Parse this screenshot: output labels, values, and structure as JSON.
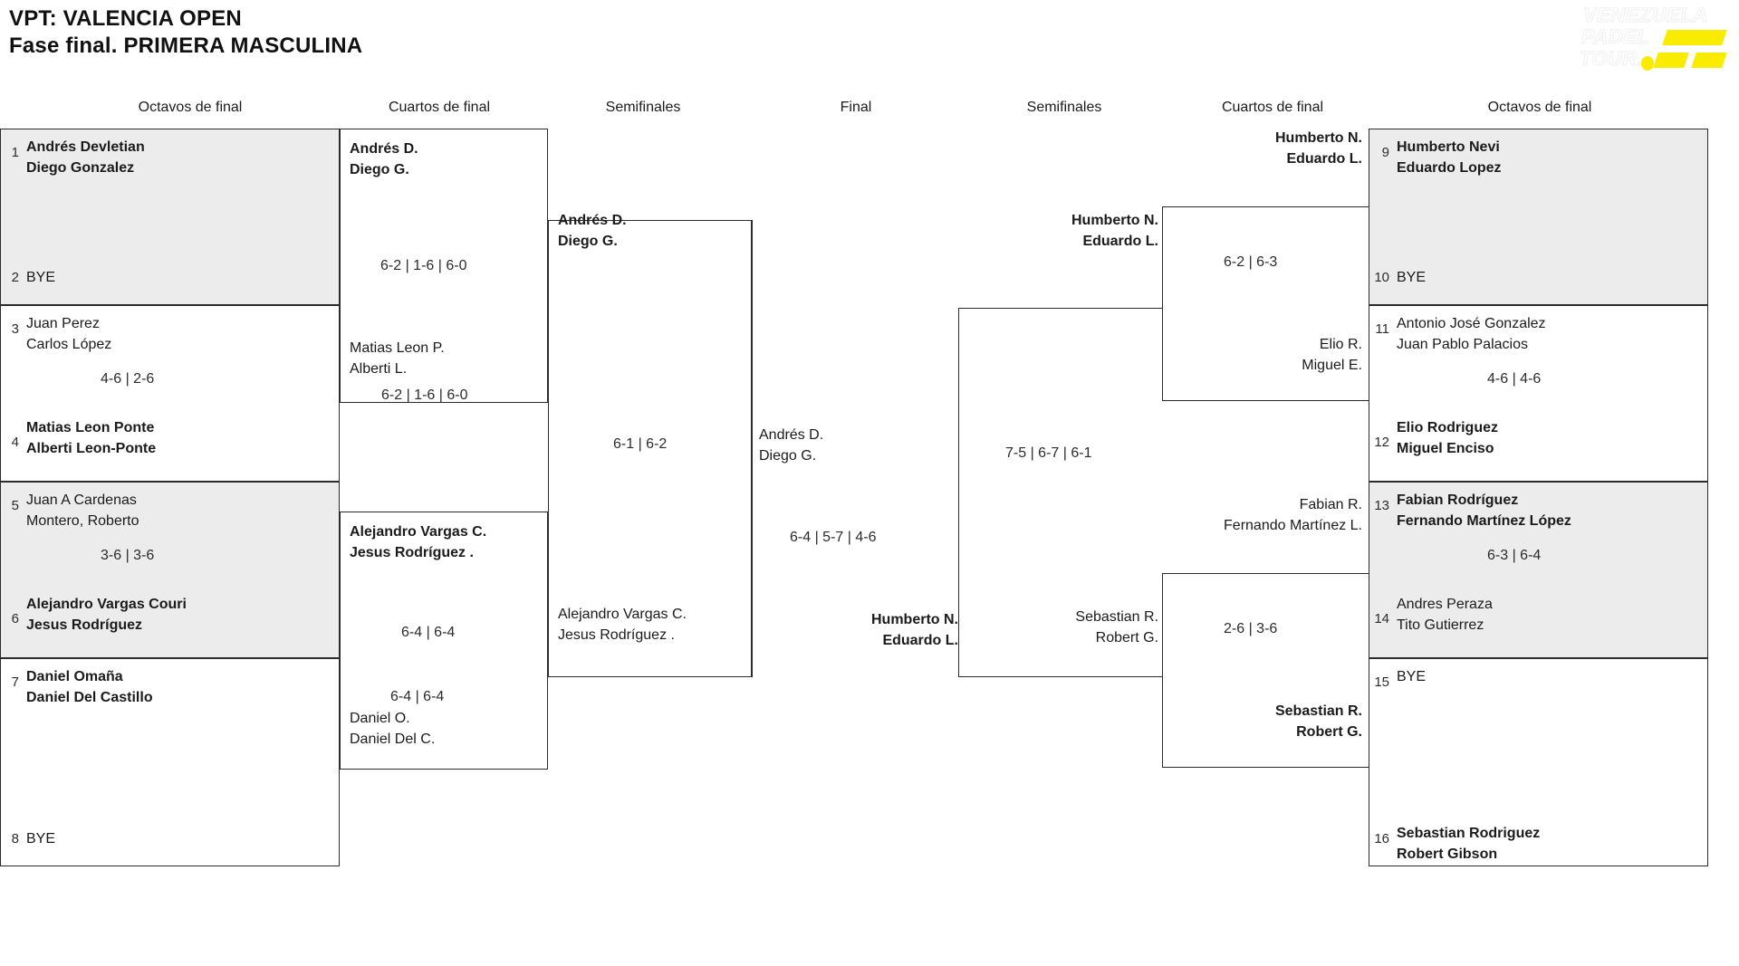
{
  "header": {
    "title_line1": "VPT: VALENCIA OPEN",
    "title_line2": "Fase final. PRIMERA MASCULINA"
  },
  "logo": {
    "line1": "VENEZUELA",
    "line2": "PADEL",
    "line3": "TOUR.",
    "accent_color": "#f9ec00"
  },
  "round_labels": {
    "left_r16": "Octavos de final",
    "left_qf": "Cuartos de final",
    "left_sf": "Semifinales",
    "final": "Final",
    "right_sf": "Semifinales",
    "right_qf": "Cuartos de final",
    "right_r16": "Octavos de final"
  },
  "left": {
    "r16": [
      {
        "seed_top": "1",
        "top_line1": "Andrés Devletian",
        "top_line2": "Diego Gonzalez",
        "top_winner": true,
        "seed_bottom": "2",
        "bottom_line1": "BYE",
        "bottom_line2": "",
        "bottom_winner": false,
        "score": "",
        "shaded": true
      },
      {
        "seed_top": "3",
        "top_line1": "Juan Perez",
        "top_line2": "Carlos López",
        "top_winner": false,
        "seed_bottom": "4",
        "bottom_line1": "Matias Leon Ponte",
        "bottom_line2": "Alberti Leon-Ponte",
        "bottom_winner": true,
        "score": "4-6 | 2-6",
        "shaded": false
      },
      {
        "seed_top": "5",
        "top_line1": "Juan A Cardenas",
        "top_line2": "Montero, Roberto",
        "top_winner": false,
        "seed_bottom": "6",
        "bottom_line1": "Alejandro Vargas Couri",
        "bottom_line2": "Jesus Rodríguez",
        "bottom_winner": true,
        "score": "3-6 | 3-6",
        "shaded": true
      },
      {
        "seed_top": "7",
        "top_line1": "Daniel Omaña",
        "top_line2": "Daniel Del Castillo",
        "top_winner": true,
        "seed_bottom": "8",
        "bottom_line1": "BYE",
        "bottom_line2": "",
        "bottom_winner": false,
        "score": "",
        "shaded": false
      }
    ],
    "qf": [
      {
        "top_line1": "Andrés D.",
        "top_line2": "Diego G.",
        "top_winner": true,
        "bottom_line1": "Matias Leon P.",
        "bottom_line2": "Alberti L.",
        "bottom_winner": false,
        "score": "6-2 | 1-6 | 6-0"
      },
      {
        "top_line1": "Alejandro Vargas C.",
        "top_line2": "Jesus Rodríguez .",
        "top_winner": true,
        "bottom_line1": "Daniel O.",
        "bottom_line2": "Daniel Del C.",
        "bottom_winner": false,
        "score": "6-4 | 6-4"
      }
    ],
    "sf": [
      {
        "top_line1": "Andrés D.",
        "top_line2": "Diego G.",
        "top_winner": true,
        "bottom_line1": "Alejandro Vargas C.",
        "bottom_line2": "Jesus Rodríguez .",
        "bottom_winner": false,
        "score": "6-1 | 6-2"
      }
    ]
  },
  "right": {
    "r16": [
      {
        "seed_top": "9",
        "top_line1": "Humberto Nevi",
        "top_line2": "Eduardo Lopez",
        "top_winner": true,
        "seed_bottom": "10",
        "bottom_line1": "BYE",
        "bottom_line2": "",
        "bottom_winner": false,
        "score": "",
        "shaded": true
      },
      {
        "seed_top": "11",
        "top_line1": "Antonio José Gonzalez",
        "top_line2": "Juan Pablo Palacios",
        "top_winner": false,
        "seed_bottom": "12",
        "bottom_line1": "Elio Rodriguez",
        "bottom_line2": "Miguel Enciso",
        "bottom_winner": true,
        "score": "4-6 | 4-6",
        "shaded": false
      },
      {
        "seed_top": "13",
        "top_line1": "Fabian Rodríguez",
        "top_line2": "Fernando Martínez López",
        "top_winner": true,
        "seed_bottom": "14",
        "bottom_line1": "Andres Peraza",
        "bottom_line2": "Tito Gutierrez",
        "bottom_winner": false,
        "score": "6-3 | 6-4",
        "shaded": true
      },
      {
        "seed_top": "15",
        "top_line1": "BYE",
        "top_line2": "",
        "top_winner": false,
        "seed_bottom": "16",
        "bottom_line1": "Sebastian Rodriguez",
        "bottom_line2": "Robert Gibson",
        "bottom_winner": true,
        "score": "",
        "shaded": false
      }
    ],
    "qf": [
      {
        "top_line1": "Humberto N.",
        "top_line2": "Eduardo L.",
        "top_winner": true,
        "bottom_line1": "Elio R.",
        "bottom_line2": "Miguel E.",
        "bottom_winner": false,
        "score": "6-2 | 6-3"
      },
      {
        "top_line1": "Fabian R.",
        "top_line2": "Fernando Martínez L.",
        "top_winner": false,
        "bottom_line1": "Sebastian R.",
        "bottom_line2": "Robert G.",
        "bottom_winner": true,
        "score": "2-6 | 3-6"
      }
    ],
    "sf": [
      {
        "top_line1": "Humberto N.",
        "top_line2": "Eduardo L.",
        "top_winner": true,
        "bottom_line1": "Sebastian R.",
        "bottom_line2": "Robert G.",
        "bottom_winner": false,
        "score": "7-5 | 6-7 | 6-1"
      }
    ]
  },
  "final": {
    "top_line1": "Andrés D.",
    "top_line2": "Diego G.",
    "top_winner": false,
    "bottom_line1": "Humberto N.",
    "bottom_line2": "Eduardo L.",
    "bottom_winner": true,
    "score": "6-4 | 5-7 | 4-6"
  }
}
